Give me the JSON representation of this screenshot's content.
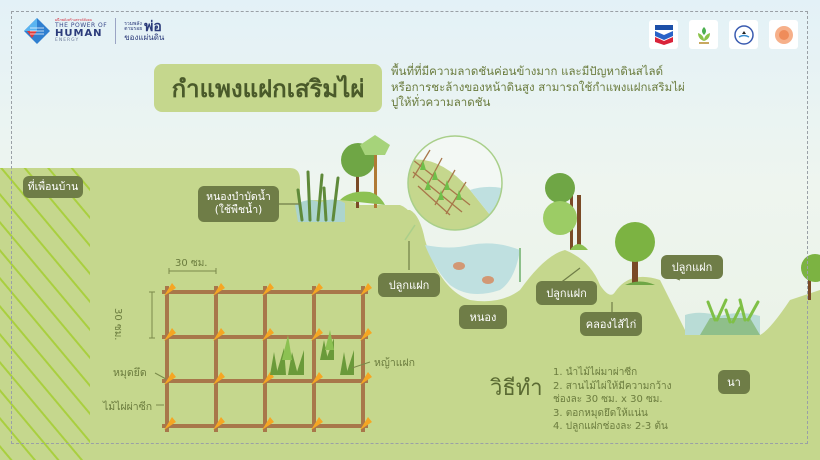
{
  "header": {
    "brand": {
      "tagline_small": "ผนึกพลังสร้างสรรค์สังคม",
      "line1": "THE POWER OF",
      "line2": "HUMAN",
      "line3": "ENERGY",
      "thai_small_1": "รวมพลัง",
      "thai_small_2": "ตามรอย",
      "thai_big": "พ่อ",
      "thai_bottom": "ของแผ่นดิน"
    },
    "partners": [
      {
        "name": "Chevron",
        "icon": "chevron-logo"
      },
      {
        "name": "partner-2",
        "icon": "plant-logo"
      },
      {
        "name": "partner-3",
        "icon": "water-foundation-logo"
      },
      {
        "name": "partner-4",
        "icon": "royal-seal-logo"
      }
    ]
  },
  "title": "กำแพงแฝกเสริมไผ่",
  "description": [
    "พื้นที่ที่มีความลาดชันค่อนข้างมาก และมีปัญหาดินสไลด์",
    "หรือการชะล้างของหน้าดินสูง สามารถใช้กำแพงแฝกเสริมไผ่",
    "ปูให้ทั่วความลาดชัน"
  ],
  "labels": {
    "neighbor": "ที่เพื่อนบ้าน",
    "pond_treatment_1": "หนองบำบัดน้ำ",
    "pond_treatment_2": "(ใช้พืชน้ำ)",
    "plant_vetiver_1": "ปลูกแฝก",
    "pond": "หนอง",
    "plant_vetiver_2": "ปลูกแฝก",
    "canal": "คลองไส้ไก่",
    "plant_vetiver_3": "ปลูกแฝก",
    "paddy": "นา"
  },
  "diagram": {
    "width_label": "30 ซม.",
    "height_label": "30 ซม.",
    "stake_label": "หมุดยึด",
    "bamboo_label": "ไม้ไผ่ผ่าซีก",
    "vetiver_label": "หญ้าแฝก"
  },
  "method": {
    "title": "วิธีทำ",
    "steps": [
      "1. นำไม้ไผ่มาผ่าซีก",
      "2. สานไม้ไผ่ให้มีความกว้าง",
      "ช่องละ 30 ซม. x 30 ซม.",
      "3. ตอกหมุดยึดให้แน่น",
      "4. ปลูกแฝกช่องละ 2-3 ต้น"
    ]
  },
  "colors": {
    "ground": "#c5d78d",
    "label_bg": "#6f7d47",
    "text": "#6b7c3e",
    "water": "#b9dcdc",
    "bamboo": "#a8774a",
    "stake": "#f5a623",
    "hatch": "#a9cf3f"
  }
}
